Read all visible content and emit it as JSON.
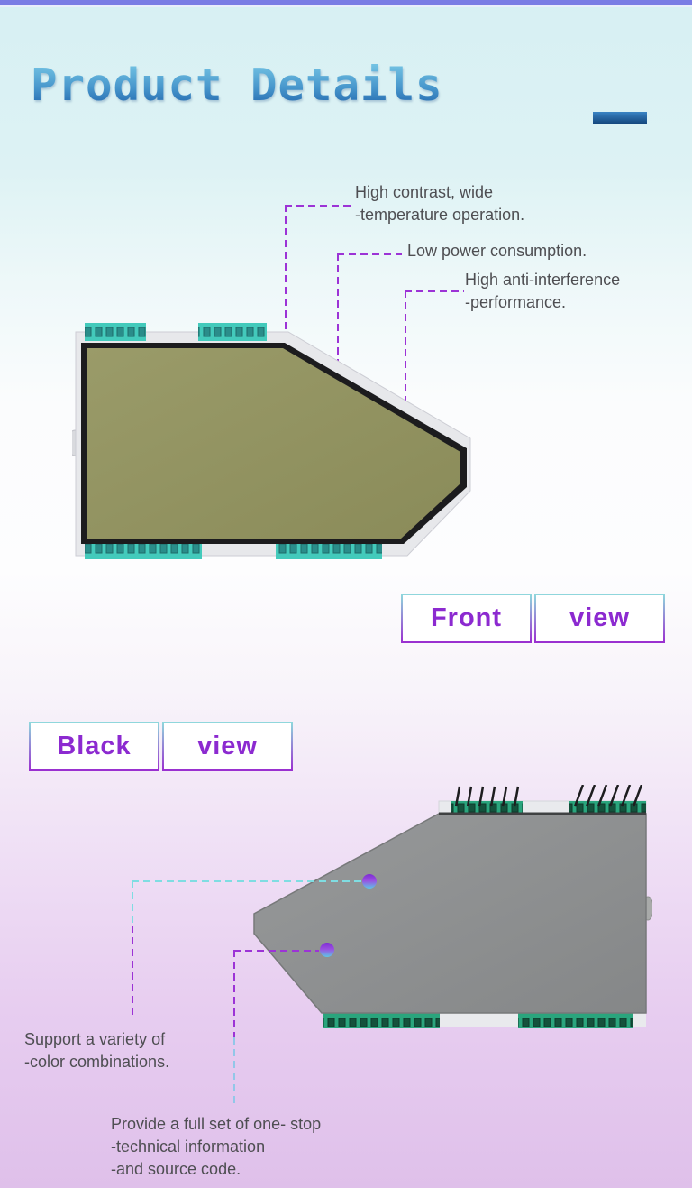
{
  "page": {
    "title": "Product Details"
  },
  "callouts_top": [
    {
      "lines": [
        "High contrast, wide",
        "-temperature operation."
      ]
    },
    {
      "lines": [
        "Low power consumption."
      ]
    },
    {
      "lines": [
        "High anti-interference",
        "-performance."
      ]
    }
  ],
  "callouts_bottom": [
    {
      "lines": [
        "Support a variety of",
        "-color combinations."
      ]
    },
    {
      "lines": [
        "Provide a full set of one- stop",
        "-technical information",
        "-and source code."
      ]
    }
  ],
  "view_labels": {
    "front": [
      "Front",
      "view"
    ],
    "black": [
      "Black",
      "view"
    ]
  },
  "icons": [
    "callout-dot-marker",
    "dashed-leader-line"
  ],
  "colors": {
    "top_bar": "#7a7ce4",
    "title_gradient_top": "#7ccce8",
    "title_gradient_bottom": "#1c5ea8",
    "accent_purple": "#9c33d6",
    "accent_cyan": "#7fdde2",
    "label_text_purple": "#8c2ad0",
    "annotation_text": "#4e4e52",
    "lcd_front_glass": "#90915f",
    "lcd_black_glass": "#8d8f8e",
    "connector_teal": "#43cabb",
    "connector_green": "#2aa57d",
    "background_top": "#d7f0f3",
    "background_bottom": "#dfc0ea"
  }
}
